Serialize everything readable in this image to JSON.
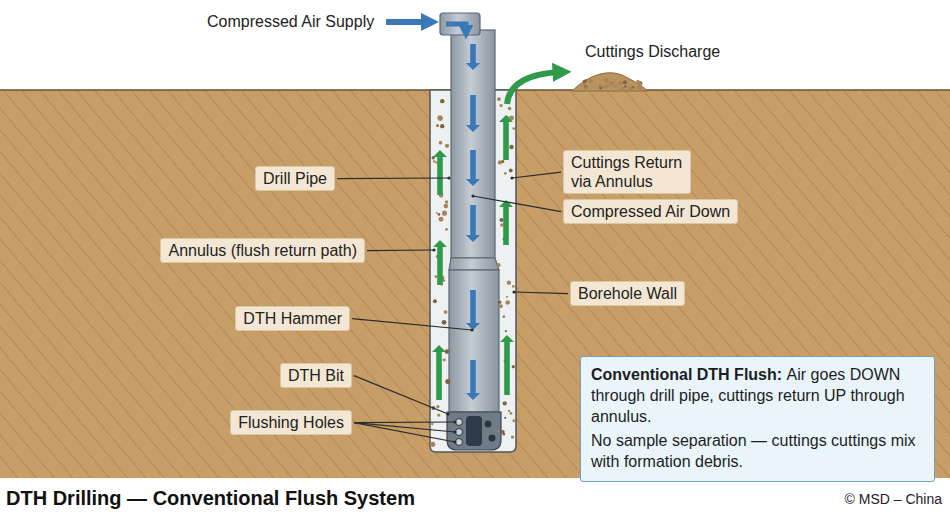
{
  "diagram": {
    "title": "DTH Drilling — Conventional Flush System",
    "nodes": [
      {
        "text": [
          "Cuttings Return via Annulus"
        ]
      },
      {
        "text": [
          "Drill Pipe"
        ]
      },
      {
        "text": [
          "Compressed Air Down"
        ]
      },
      {
        "text": [
          "Annulus (flush return path)"
        ]
      },
      {
        "text": [
          "Borehole Wall"
        ]
      },
      {
        "text": [
          "DTH Hammer"
        ]
      },
      {
        "text": [
          "Conventional DTH Flush:",
          "Air goes DOWN through drill pipe, cuttings return UP through annulus.",
          "No sample separation — cuttings cuttings mix with formation debris."
        ]
      },
      {
        "text": [
          "DTH Bit"
        ]
      },
      {
        "text": [
          "Flushing Holes"
        ]
      }
    ],
    "labels": [
      "Compressed Air Supply",
      "Cuttings Discharge",
      "© MSD – China"
    ]
  }
}
